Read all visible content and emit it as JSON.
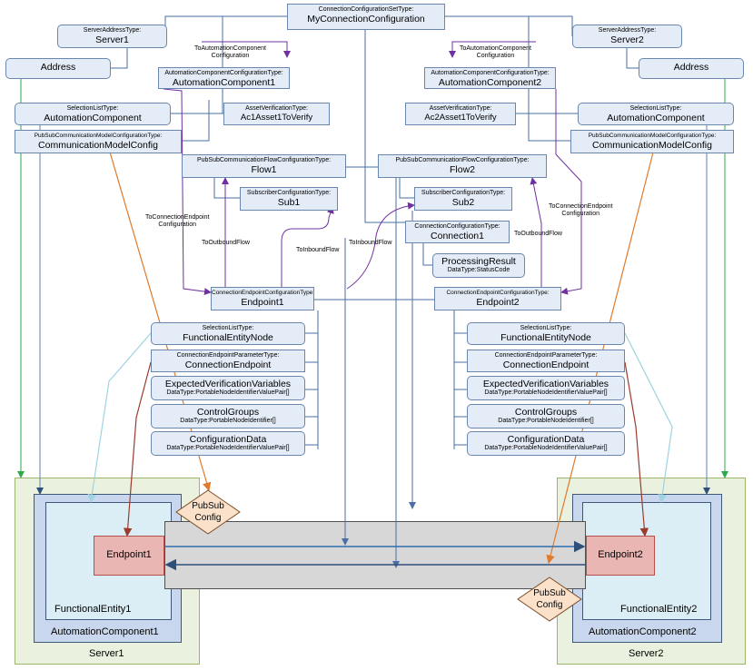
{
  "nodes": {
    "connection_set": {
      "type": "ConnectionConfigurationSetType:",
      "name": "MyConnectionConfiguration"
    },
    "server1": {
      "type": "ServerAddressType:",
      "name": "Server1"
    },
    "server2": {
      "type": "ServerAddressType:",
      "name": "Server2"
    },
    "address1": {
      "name": "Address"
    },
    "address2": {
      "name": "Address"
    },
    "ac1": {
      "type": "AutomationComponentConfigurationType:",
      "name": "AutomationComponent1"
    },
    "ac2": {
      "type": "AutomationComponentConfigurationType:",
      "name": "AutomationComponent2"
    },
    "sel1": {
      "type": "SelectionListType:",
      "name": "AutomationComponent"
    },
    "sel2": {
      "type": "SelectionListType:",
      "name": "AutomationComponent"
    },
    "asset1": {
      "type": "AssetVerificationType:",
      "name": "Ac1Asset1ToVerify"
    },
    "asset2": {
      "type": "AssetVerificationType:",
      "name": "Ac2Asset1ToVerify"
    },
    "comm1": {
      "type": "PubSubCommunicationModelConfigurationType:",
      "name": "CommunicationModelConfig"
    },
    "comm2": {
      "type": "PubSubCommunicationModelConfigurationType:",
      "name": "CommunicationModelConfig"
    },
    "flow1": {
      "type": "PubSubCommunicationFlowConfigurationType:",
      "name": "Flow1"
    },
    "flow2": {
      "type": "PubSubCommunicationFlowConfigurationType:",
      "name": "Flow2"
    },
    "sub1": {
      "type": "SubscriberConfigurationType:",
      "name": "Sub1"
    },
    "sub2": {
      "type": "SubscriberConfigurationType:",
      "name": "Sub2"
    },
    "connection1": {
      "type": "ConnectionConfigurationType:",
      "name": "Connection1"
    },
    "processing": {
      "name": "ProcessingResult",
      "datatype": "DataType:StatusCode"
    },
    "endpoint1": {
      "type": "ConnectionEndpointConfigurationType:",
      "name": "Endpoint1"
    },
    "endpoint2": {
      "type": "ConnectionEndpointConfigurationType:",
      "name": "Endpoint2"
    },
    "fen1": {
      "type": "SelectionListType:",
      "name": "FunctionalEntityNode"
    },
    "fen2": {
      "type": "SelectionListType:",
      "name": "FunctionalEntityNode"
    },
    "cep1": {
      "type": "ConnectionEndpointParameterType:",
      "name": "ConnectionEndpoint"
    },
    "cep2": {
      "type": "ConnectionEndpointParameterType:",
      "name": "ConnectionEndpoint"
    },
    "evv1": {
      "name": "ExpectedVerificationVariables",
      "datatype": "DataType:PortableNodeIdentifierValuePair[]"
    },
    "evv2": {
      "name": "ExpectedVerificationVariables",
      "datatype": "DataType:PortableNodeIdentifierValuePair[]"
    },
    "cg1": {
      "name": "ControlGroups",
      "datatype": "DataType:PortableNodeIdentifier[]"
    },
    "cg2": {
      "name": "ControlGroups",
      "datatype": "DataType:PortableNodeIdentifier[]"
    },
    "cd1": {
      "name": "ConfigurationData",
      "datatype": "DataType:PortableNodeIdentifierValuePair[]"
    },
    "cd2": {
      "name": "ConfigurationData",
      "datatype": "DataType:PortableNodeIdentifierValuePair[]"
    }
  },
  "labels": {
    "to_ac_1": "ToAutomationComponent\nConfiguration",
    "to_ac_2": "ToAutomationComponent\nConfiguration",
    "to_cep_1": "ToConnectionEndpoint\nConfiguration",
    "to_cep_2": "ToConnectionEndpoint\nConfiguration",
    "to_outbound_1": "ToOutboundFlow",
    "to_outbound_2": "ToOutboundFlow",
    "to_inbound_1": "ToInboundFlow",
    "to_inbound_2": "ToInboundFlow"
  },
  "bottom": {
    "server1": "Server1",
    "server2": "Server2",
    "ac1": "AutomationComponent1",
    "ac2": "AutomationComponent2",
    "fe1": "FunctionalEntity1",
    "fe2": "FunctionalEntity2",
    "ep1": "Endpoint1",
    "ep2": "Endpoint2",
    "pubsub1": "PubSub\nConfig",
    "pubsub2": "PubSub\nConfig"
  },
  "colors": {
    "reference": "#4a6fa5",
    "has_component": "#4a6fa5",
    "to_flow": "#7030a0",
    "address_link": "#2eaa4a",
    "ac_link": "#5b7fb5",
    "fen_link": "#9ed3e3",
    "endpoint_link": "#9b3b2d",
    "pubsub_link": "#e07a2c"
  }
}
